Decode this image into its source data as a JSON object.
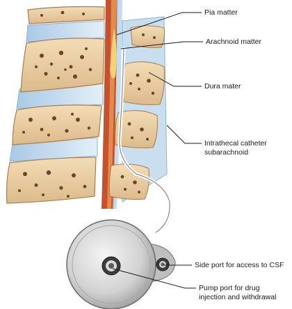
{
  "labels": {
    "pia_matter": "Pia matter",
    "arachnoid_matter": "Arachnoid matter",
    "dura_mater": "Dura mater",
    "catheter_line1": "Intrathecal catheter",
    "catheter_line2": "subarachnoid",
    "side_port": "Side port for access to CSF",
    "pump_port_line1": "Pump port for drug",
    "pump_port_line2": "injection and withdrawal"
  },
  "colors": {
    "bone_fill": "#e9cfa6",
    "bone_pore": "#5a3a22",
    "disc_fill": "#c9dff0",
    "dura_red": "#b8442a",
    "csf_yellow": "#f4d27a",
    "pump_grey": "#cfcfcf"
  }
}
